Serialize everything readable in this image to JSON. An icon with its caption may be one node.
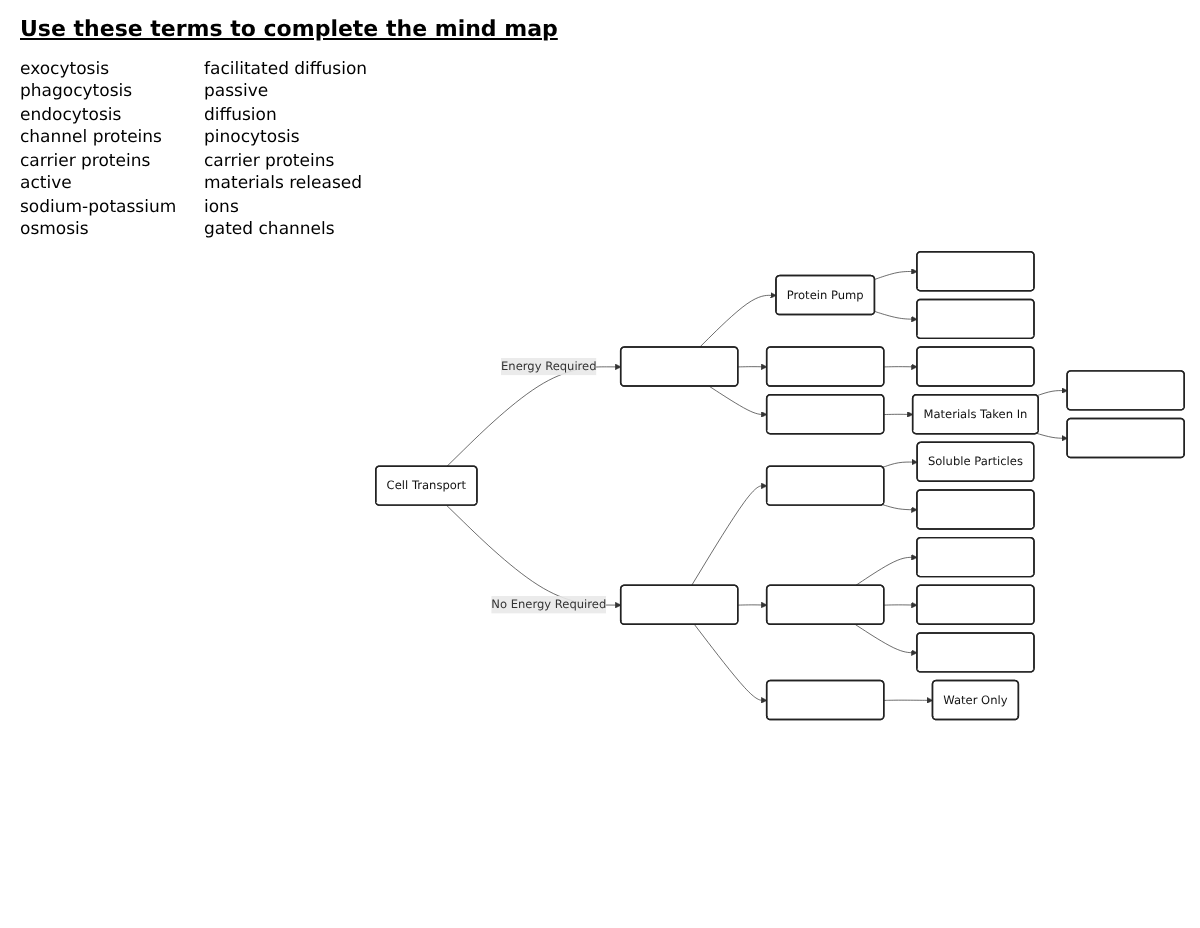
{
  "diagram": {
    "title": "Use these terms to complete the mind map",
    "nodes": [
      {
        "text": [
          "Cell Transport"
        ]
      },
      {
        "text": [],
        "shape": "box"
      },
      {
        "text": [
          "Protein Pump"
        ]
      },
      {
        "text": [],
        "shape": "box"
      },
      {
        "text": [],
        "shape": "box"
      },
      {
        "text": [],
        "shape": "box"
      },
      {
        "text": [],
        "shape": "box"
      },
      {
        "text": [],
        "shape": "box"
      },
      {
        "text": [
          "Materials Taken In"
        ]
      },
      {
        "text": [],
        "shape": "box"
      },
      {
        "text": [],
        "shape": "box"
      },
      {
        "text": [
          "Soluble Particles"
        ]
      },
      {
        "text": [],
        "shape": "box"
      },
      {
        "text": [],
        "shape": "box"
      },
      {
        "text": [],
        "shape": "box"
      },
      {
        "text": [],
        "shape": "box"
      },
      {
        "text": [],
        "shape": "box"
      },
      {
        "text": [],
        "shape": "box"
      },
      {
        "text": [],
        "shape": "box"
      },
      {
        "text": [],
        "shape": "box"
      },
      {
        "text": [
          "Water Only"
        ]
      }
    ],
    "edges": [
      {
        "from": 0,
        "to": 1,
        "arrow": "to",
        "label": "Energy Required"
      },
      {
        "from": 0,
        "to": 14,
        "arrow": "to",
        "label": "No Energy Required"
      },
      {
        "from": 1,
        "to": 2,
        "arrow": "to"
      },
      {
        "from": 2,
        "to": 3,
        "arrow": "to"
      },
      {
        "from": 2,
        "to": 4,
        "arrow": "to"
      },
      {
        "from": 1,
        "to": 5,
        "arrow": "to"
      },
      {
        "from": 5,
        "to": 6,
        "arrow": "to"
      },
      {
        "from": 1,
        "to": 7,
        "arrow": "to"
      },
      {
        "from": 7,
        "to": 8,
        "arrow": "to"
      },
      {
        "from": 8,
        "to": 9,
        "arrow": "to"
      },
      {
        "from": 8,
        "to": 10,
        "arrow": "to"
      },
      {
        "from": 14,
        "to": 12,
        "arrow": "to"
      },
      {
        "from": 12,
        "to": 11,
        "arrow": "to"
      },
      {
        "from": 12,
        "to": 13,
        "arrow": "to"
      },
      {
        "from": 14,
        "to": 15,
        "arrow": "to"
      },
      {
        "from": 15,
        "to": 16,
        "arrow": "to"
      },
      {
        "from": 15,
        "to": 17,
        "arrow": "to"
      },
      {
        "from": 15,
        "to": 18,
        "arrow": "to"
      },
      {
        "from": 14,
        "to": 19,
        "arrow": "to"
      },
      {
        "from": 19,
        "to": 20,
        "arrow": "to"
      }
    ],
    "labels": [
      "exocytosis",
      "facilitated diffusion",
      "phagocytosis",
      "passive",
      "endocytosis",
      "diffusion",
      "channel proteins",
      "pinocytosis",
      "carrier proteins",
      "carrier proteins",
      "active",
      "materials released",
      "sodium-potassium",
      "ions",
      "osmosis",
      "gated channels"
    ]
  }
}
